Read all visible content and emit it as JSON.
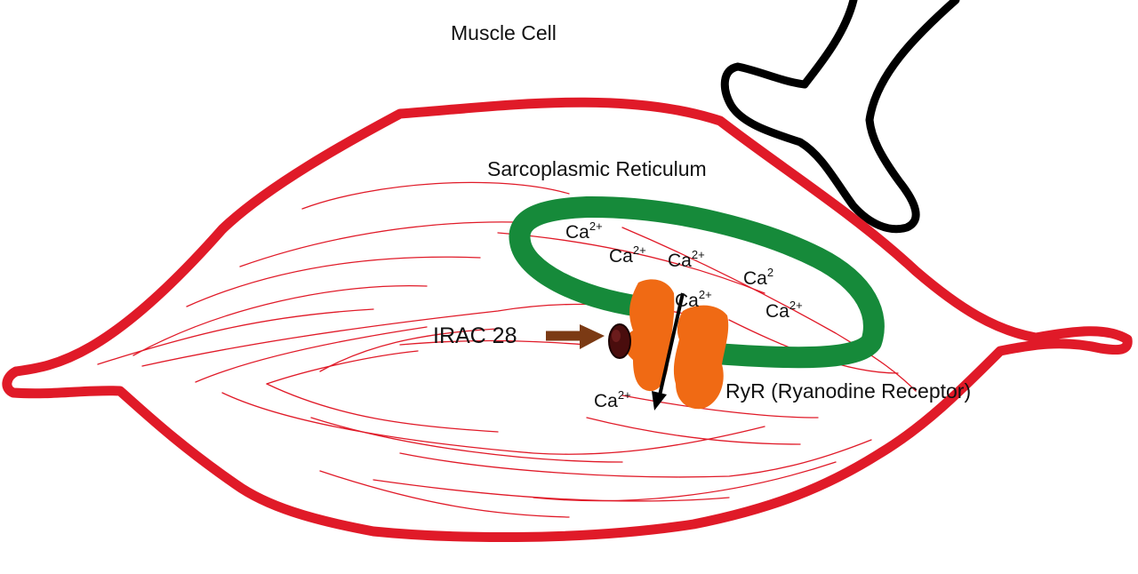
{
  "title": "Muscle Cell",
  "labels": {
    "sarcoplasmic_reticulum": "Sarcoplasmic Reticulum",
    "inhibitor": "IRAC 28",
    "receptor": "RyR (Ryanodine Receptor)"
  },
  "ions": [
    {
      "base": "Ca",
      "sup": "2+"
    },
    {
      "base": "Ca",
      "sup": "2+"
    },
    {
      "base": "Ca",
      "sup": "2+"
    },
    {
      "base": "Ca",
      "sup": "2"
    },
    {
      "base": "Ca",
      "sup": "2+"
    },
    {
      "base": "Ca",
      "sup": "2+"
    },
    {
      "base": "Ca",
      "sup": "2+"
    }
  ],
  "colors": {
    "cell_membrane": "#e01a28",
    "reticulum": "#168a3a",
    "receptor": "#f06a14",
    "inhibitor_arrow": "#7b3a14",
    "inhibitor_molecule": "#4a0d0d",
    "nerve": "#000000"
  }
}
